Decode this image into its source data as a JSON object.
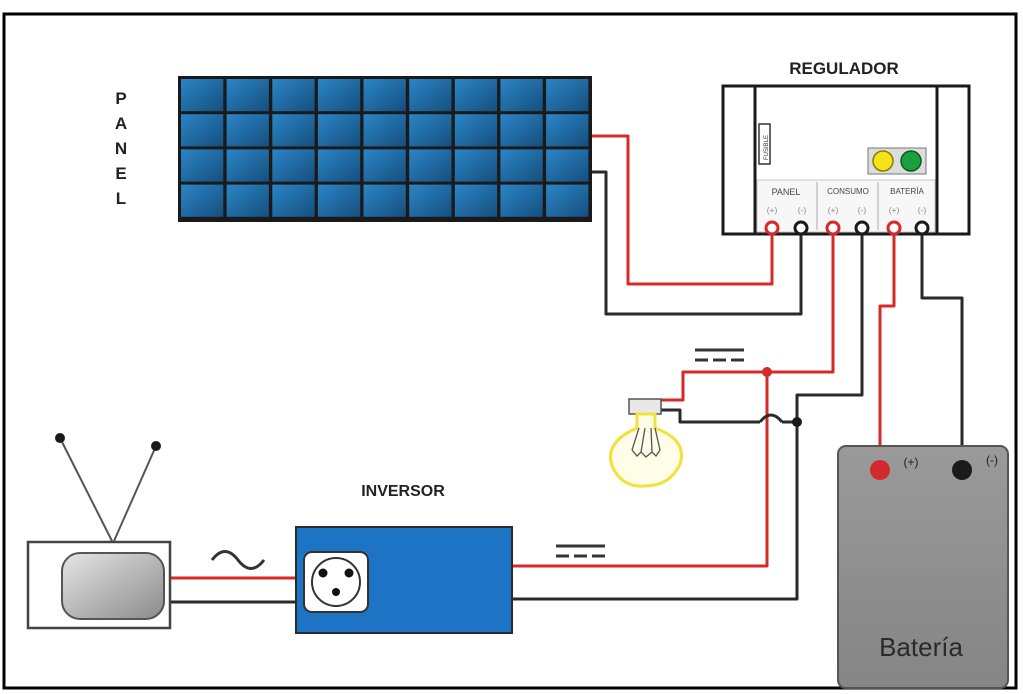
{
  "labels": {
    "panel_vertical": [
      "P",
      "A",
      "N",
      "E",
      "L"
    ],
    "regulador": "REGULADOR",
    "inversor": "INVERSOR",
    "bateria_big": "Batería",
    "fusible": "FUSIBLE",
    "terminal_groups": [
      "PANEL",
      "CONSUMO",
      "BATERÍA"
    ],
    "terminal_signs": [
      "(+)",
      "(-)",
      "(+)",
      "(-)",
      "(+)",
      "(-)"
    ],
    "battery_plus": "(+)",
    "battery_minus": "(-)"
  },
  "colors": {
    "frame": "#000000",
    "panel_cell": "#1f6fa8",
    "panel_grid": "#1a1a1a",
    "wire_positive": "#d42a2a",
    "wire_negative": "#2a2a2a",
    "inverter_blue": "#1e74c4",
    "battery_gray": "#8d8d8d",
    "led_yellow": "#f4e21a",
    "led_green": "#1aa13c",
    "bulb_yellow": "#f0e23a"
  },
  "icons": [
    "solar-panel-icon",
    "tv-icon",
    "ac-wave-icon",
    "outlet-icon",
    "light-bulb-icon",
    "dc-symbol-icon",
    "battery-icon"
  ]
}
